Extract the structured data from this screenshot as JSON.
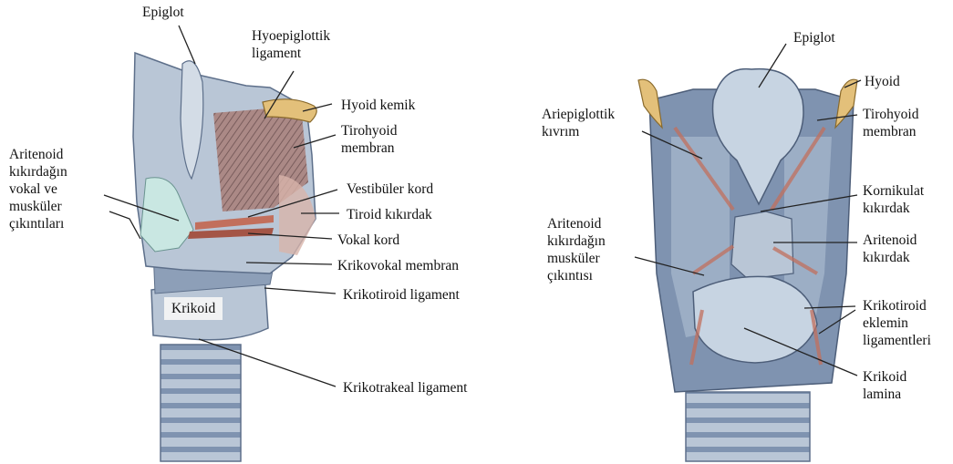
{
  "colors": {
    "cartilage": "#b9c6d6",
    "cartilage_dark": "#7f93b0",
    "muscle": "#c26f5c",
    "membrane": "#d8b4aa",
    "bone": "#e3c07a",
    "vocal_process": "#c9e7e2",
    "leader": "#222222"
  },
  "left_labels": {
    "epiglot": "Epiglot",
    "hyoepiglottik": "Hyoepiglottik\nligament",
    "hyoid_kemik": "Hyoid kemik",
    "tirohyoid": "Tirohyoid\nmembran",
    "aritenoid": "Aritenoid\nkıkırdağın\nvokal ve\nmusküler\nçıkıntıları",
    "vestibuler": "Vestibüler kord",
    "tiroid": "Tiroid kıkırdak",
    "vokal": "Vokal kord",
    "krikovokal": "Krikovokal membran",
    "krikotiroid": "Krikotiroid ligament",
    "krikoid": "Krikoid",
    "krikotrakeal": "Krikotrakeal ligament"
  },
  "right_labels": {
    "epiglot": "Epiglot",
    "hyoid": "Hyoid",
    "tirohyoid": "Tirohyoid\nmembran",
    "ariepiglottik": "Ariepiglottik\nkıvrım",
    "kornikulat": "Kornikulat\nkıkırdak",
    "aritenoid": "Aritenoid\nkıkırdak",
    "aritenoid_muskuler": "Aritenoid\nkıkırdağın\nmusküler\nçıkıntısı",
    "krikotiroid_eklem": "Krikotiroid\neklemin\nligamentleri",
    "krikoid_lamina": "Krikoid\nlamina"
  }
}
